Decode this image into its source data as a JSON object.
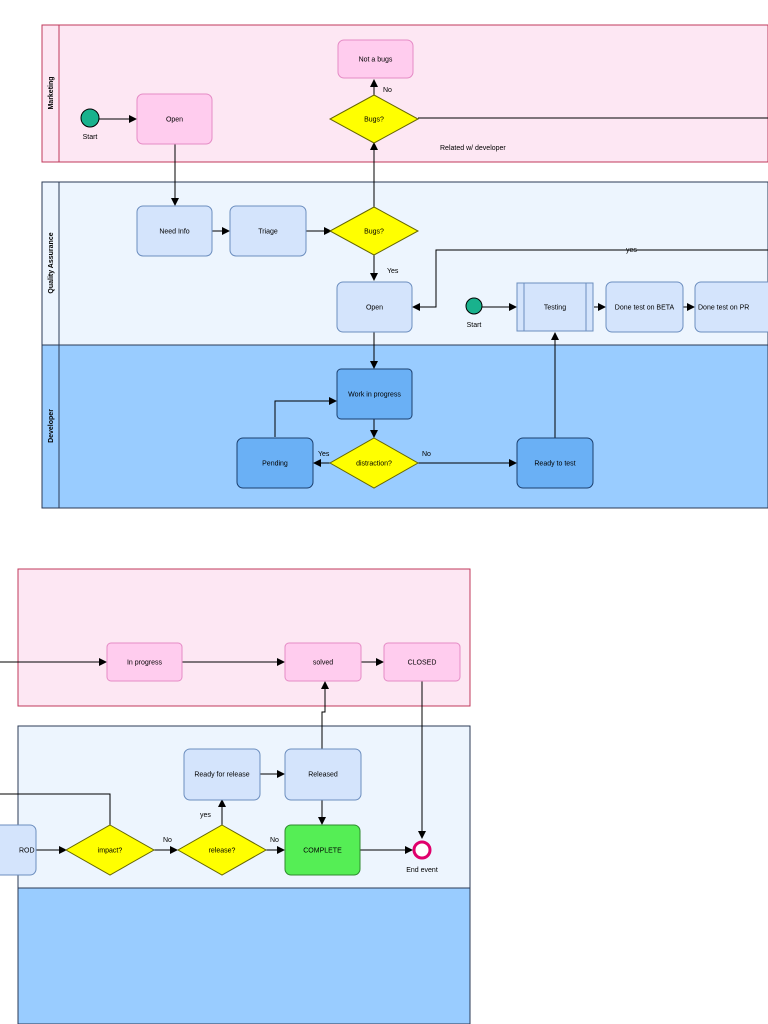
{
  "colors": {
    "marketing_fill": "#fde7f3",
    "marketing_stroke": "#c0395b",
    "qa_fill": "#edf5fe",
    "qa_stroke": "#2b3a55",
    "dev_fill": "#99ccff",
    "dev_stroke": "#2b3a55",
    "pink_node_fill": "#ffccee",
    "pink_node_stroke": "#e58bc5",
    "light_blue_node_fill": "#d4e4fc",
    "light_blue_node_stroke": "#6c8ebf",
    "blue_node_fill": "#6ab0f5",
    "blue_node_stroke": "#1c3f6e",
    "decision_fill": "#ffff00",
    "decision_stroke": "#666600",
    "complete_fill": "#55ee55",
    "complete_stroke": "#2e8b2e",
    "start_fill": "#19b28d",
    "end_stroke": "#e0006c"
  },
  "lanes": {
    "marketing": "Marketing",
    "qa": "Quality Assurance",
    "developer": "Developer"
  },
  "nodes": {
    "start_marketing": "Start",
    "open_marketing": "Open",
    "bugs_marketing": "Bugs?",
    "not_a_bugs": "Not a bugs",
    "need_info": "Need Info",
    "triage": "Triage",
    "bugs_qa": "Bugs?",
    "open_qa": "Open",
    "start_qa": "Start",
    "testing": "Testing",
    "done_beta": "Done test on BETA",
    "done_prod_part1": "Done test on PR",
    "done_prod_part2": "ROD",
    "work_in_progress": "Work in progress",
    "distraction": "distraction?",
    "pending": "Pending",
    "ready_to_test": "Ready to test",
    "in_progress": "In progress",
    "solved": "solved",
    "closed": "CLOSED",
    "ready_for_release": "Ready for release",
    "released": "Released",
    "impact": "impact?",
    "release_decision": "release?",
    "complete": "COMPLETE",
    "end_event": "End event"
  },
  "edge_labels": {
    "no_not_bugs": "No",
    "related_developer": "Related w/ developer",
    "yes_open": "Yes",
    "yes_loop": "yes",
    "yes_pending": "Yes",
    "no_ready_test": "No",
    "no_release": "No",
    "yes_ready_release": "yes",
    "no_complete": "No"
  }
}
